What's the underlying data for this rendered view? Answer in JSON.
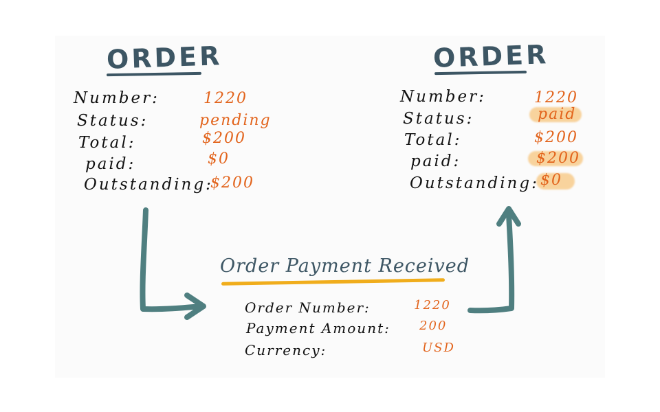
{
  "left_order": {
    "title": "ORDER",
    "fields": [
      {
        "label": "Number:",
        "value": "1220"
      },
      {
        "label": "Status:",
        "value": "pending"
      },
      {
        "label": "Total:",
        "value": "$200"
      },
      {
        "label": "paid:",
        "value": "$0"
      },
      {
        "label": "Outstanding:",
        "value": "$200"
      }
    ]
  },
  "right_order": {
    "title": "ORDER",
    "fields": [
      {
        "label": "Number:",
        "value": "1220"
      },
      {
        "label": "Status:",
        "value": "paid"
      },
      {
        "label": "Total:",
        "value": "$200"
      },
      {
        "label": "paid:",
        "value": "$200"
      },
      {
        "label": "Outstanding:",
        "value": "$0"
      }
    ]
  },
  "event": {
    "title": "Order Payment Received",
    "fields": [
      {
        "label": "Order Number:",
        "value": "1220"
      },
      {
        "label": "Payment Amount:",
        "value": "200"
      },
      {
        "label": "Currency:",
        "value": "USD"
      }
    ]
  },
  "colors": {
    "title": "#3d5664",
    "value": "#e2631b",
    "arrow": "#4f7f80",
    "event_underline": "#f0ad1c",
    "highlight": "#f5b250"
  }
}
